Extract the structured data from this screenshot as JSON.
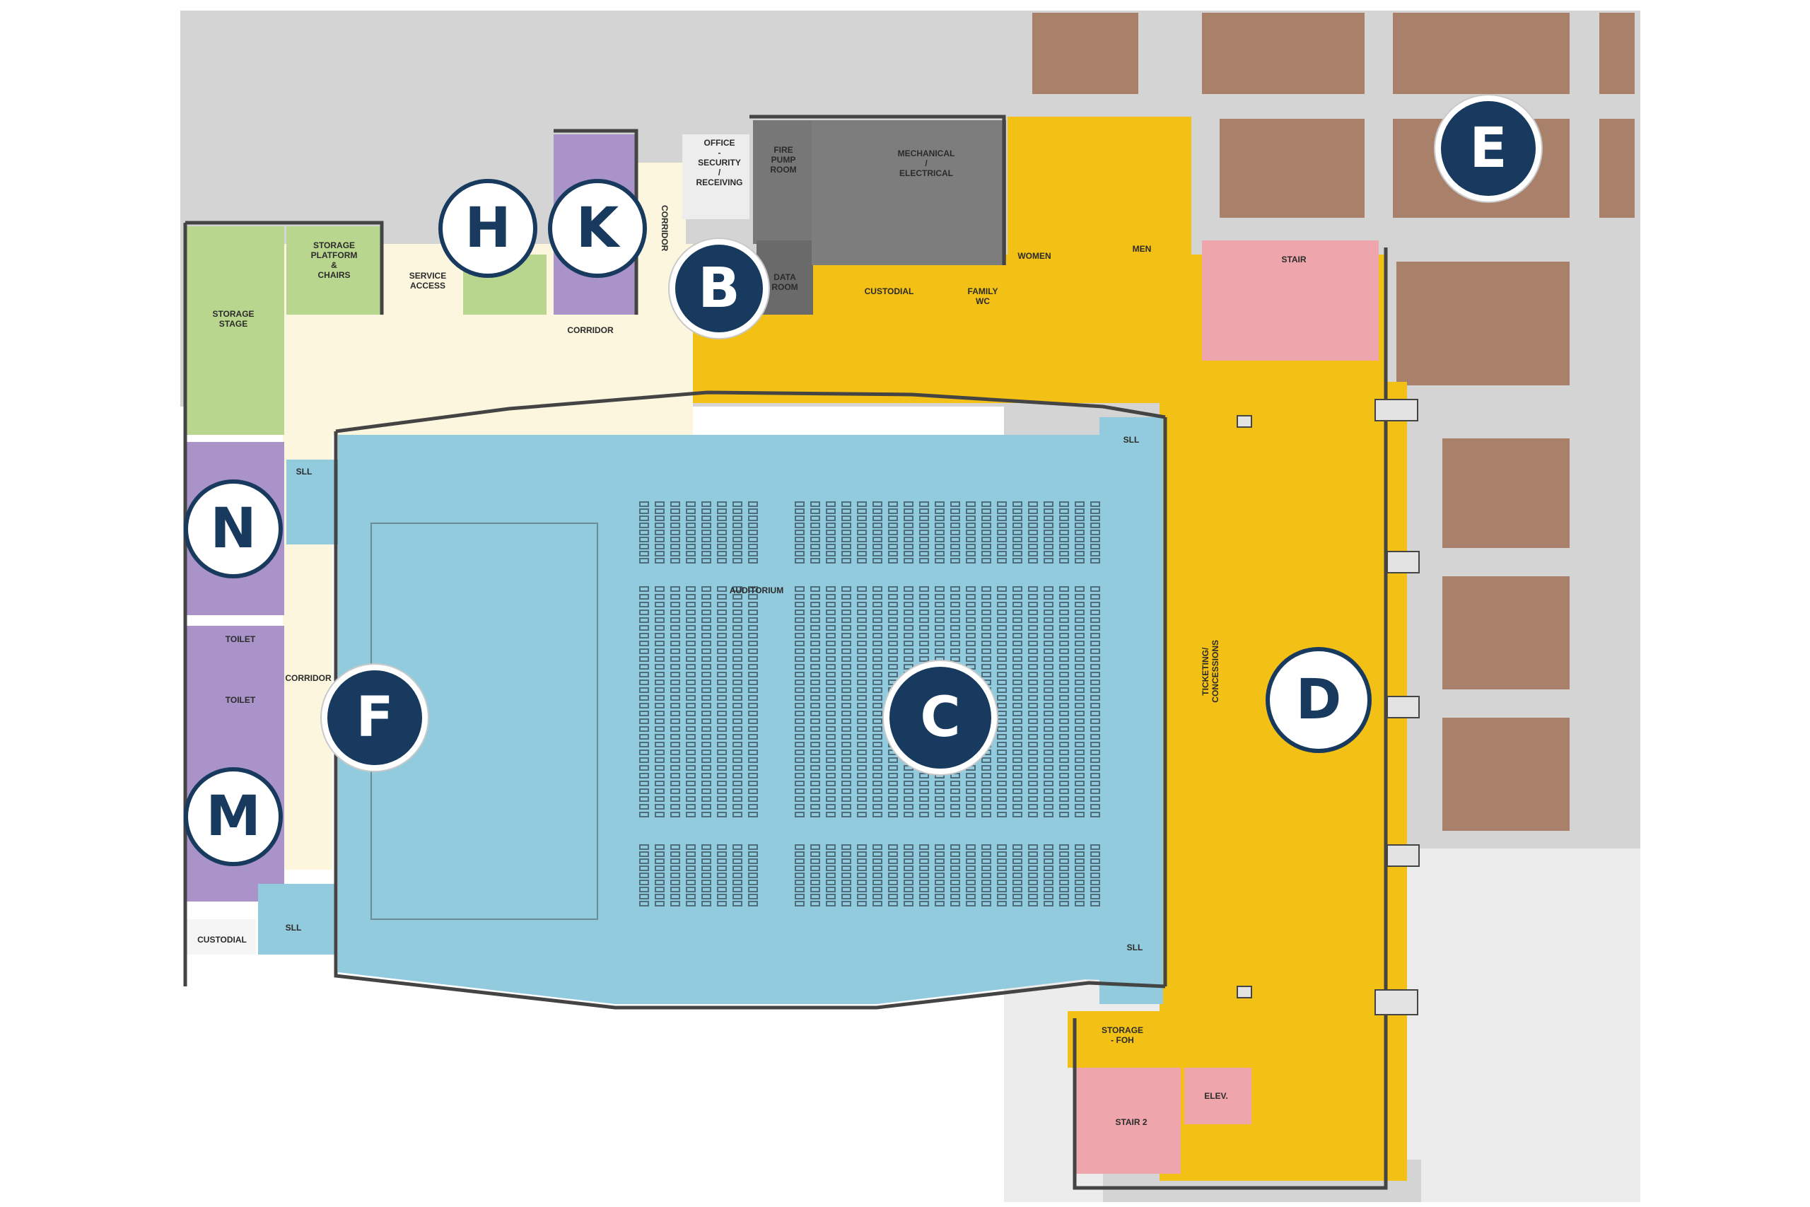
{
  "colors": {
    "background": "#ffffff",
    "site_grey": "#d4d4d4",
    "paving_brown": "#a9806a",
    "auditorium": "#93cbde",
    "lobby_gold": "#f3c015",
    "corridor_cream": "#fbf6dd",
    "storage_green": "#b9d68f",
    "support_purple": "#a993c9",
    "stair_pink": "#eea5ab",
    "mechanical_grey": "#777777",
    "marker_navy": "#173a5e"
  },
  "rooms": {
    "office": "OFFICE\n-\nSECURITY\n/\nRECEIVING",
    "fire_pump": "FIRE\nPUMP\nROOM",
    "mechanical": "MECHANICAL\n/\nELECTRICAL",
    "data_room": "DATA\nROOM",
    "custodial_top": "CUSTODIAL",
    "family_wc": "FAMILY\nWC",
    "women": "WOMEN",
    "men": "MEN",
    "stair": "STAIR",
    "storage_platform": "STORAGE\nPLATFORM\n&\nCHAIRS",
    "service_access": "SERVICE\nACCESS",
    "corridor_top": "CORRIDOR",
    "corridor_vertical": "CORRIDOR",
    "storage_stage": "STORAGE\nSTAGE",
    "sll_left_top": "SLL",
    "sll_left_bottom": "SLL",
    "sll_right_top": "SLL",
    "sll_right_bottom": "SLL",
    "toilet_1": "TOILET",
    "toilet_2": "TOILET",
    "corridor_left": "CORRIDOR",
    "custodial_bottom": "CUSTODIAL",
    "auditorium": "AUDITORIUM",
    "ticketing": "TICKETING/\nCONCESSIONS",
    "storage_foh": "STORAGE\n- FOH",
    "stair_2": "STAIR 2",
    "elevator": "ELEV."
  },
  "markers": {
    "b": "B",
    "c": "C",
    "d": "D",
    "e": "E",
    "f": "F",
    "h": "H",
    "k": "K",
    "m": "M",
    "n": "N"
  }
}
